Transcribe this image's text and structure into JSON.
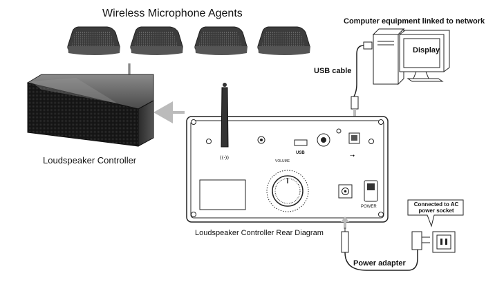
{
  "labels": {
    "title": "Wireless Microphone Agents",
    "computer": "Computer equipment linked to network",
    "display": "Display",
    "usb_cable": "USB cable",
    "loudspeaker_controller": "Loudspeaker Controller",
    "rear_diagram": "Loudspeaker Controller Rear Diagram",
    "power_adapter": "Power adapter",
    "ac_socket": "Connected to AC power socket",
    "volume": "VOLUME",
    "usb_port": "USB",
    "power": "POWER"
  },
  "icons": [
    "microphone-agent-icon",
    "loudspeaker-icon",
    "antenna-icon",
    "computer-tower-icon",
    "monitor-icon",
    "usb-plug-icon",
    "volume-knob-icon",
    "power-switch-icon",
    "dc-jack-icon",
    "ac-plug-icon",
    "wall-socket-icon",
    "arrow-icon"
  ]
}
